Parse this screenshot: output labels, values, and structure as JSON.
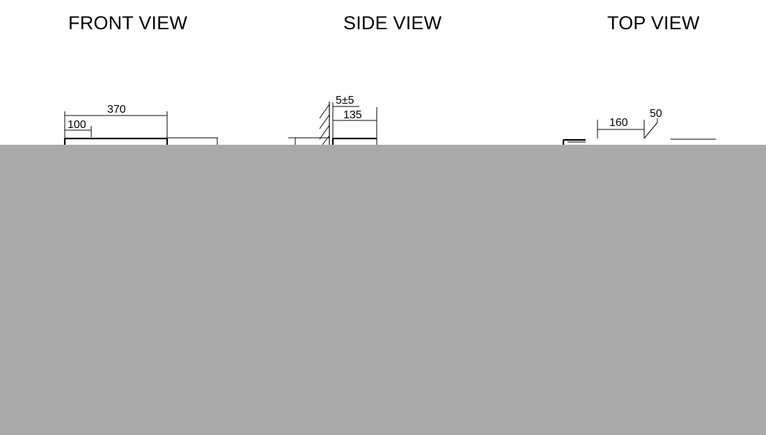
{
  "views": {
    "front": {
      "title": "FRONT VIEW",
      "dim_width": "370",
      "dim_offset": "100"
    },
    "side": {
      "title": "SIDE VIEW",
      "dim_gap": "5±5",
      "dim_depth": "135"
    },
    "top": {
      "title": "TOP VIEW",
      "dim_width": "160",
      "dim_chamfer": "50"
    }
  },
  "colors": {
    "line": "#000000",
    "background": "#ffffff",
    "occluded_area": "#aaaaaa"
  }
}
